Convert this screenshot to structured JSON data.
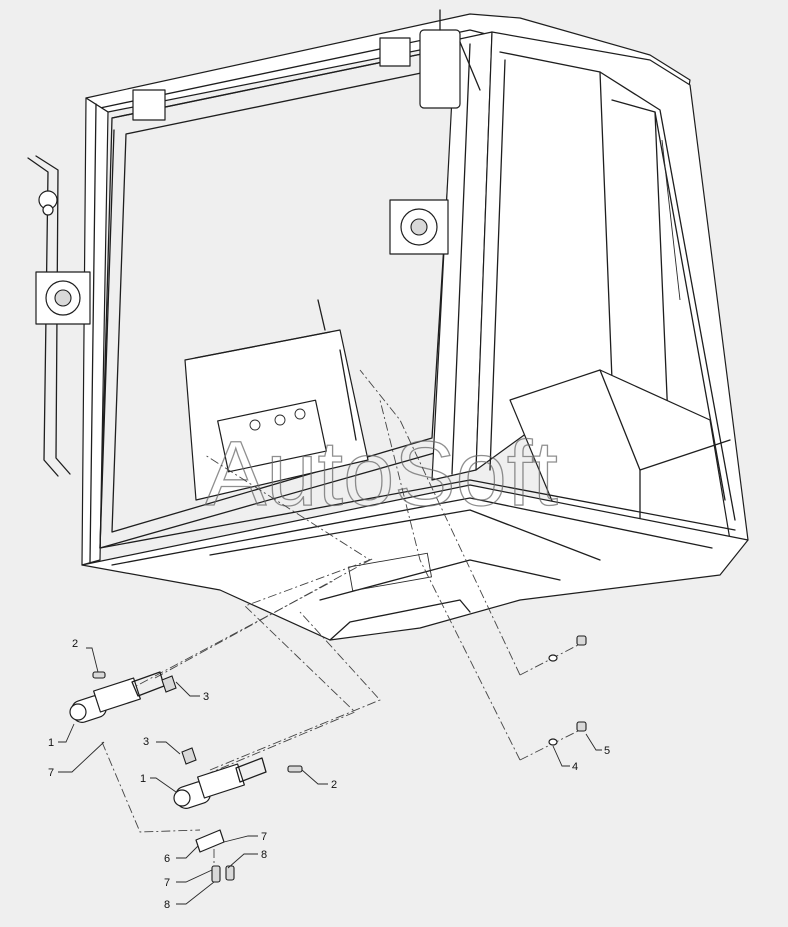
{
  "watermark": "AutoSoft",
  "callouts": [
    {
      "id": "c-2a",
      "text": "2"
    },
    {
      "id": "c-3a",
      "text": "3"
    },
    {
      "id": "c-1a",
      "text": "1"
    },
    {
      "id": "c-7a",
      "text": "7"
    },
    {
      "id": "c-3b",
      "text": "3"
    },
    {
      "id": "c-1b",
      "text": "1"
    },
    {
      "id": "c-2b",
      "text": "2"
    },
    {
      "id": "c-5",
      "text": "5"
    },
    {
      "id": "c-4",
      "text": "4"
    },
    {
      "id": "c-7b",
      "text": "7"
    },
    {
      "id": "c-6",
      "text": "6"
    },
    {
      "id": "c-8a",
      "text": "8"
    },
    {
      "id": "c-7c",
      "text": "7"
    },
    {
      "id": "c-8b",
      "text": "8"
    }
  ]
}
